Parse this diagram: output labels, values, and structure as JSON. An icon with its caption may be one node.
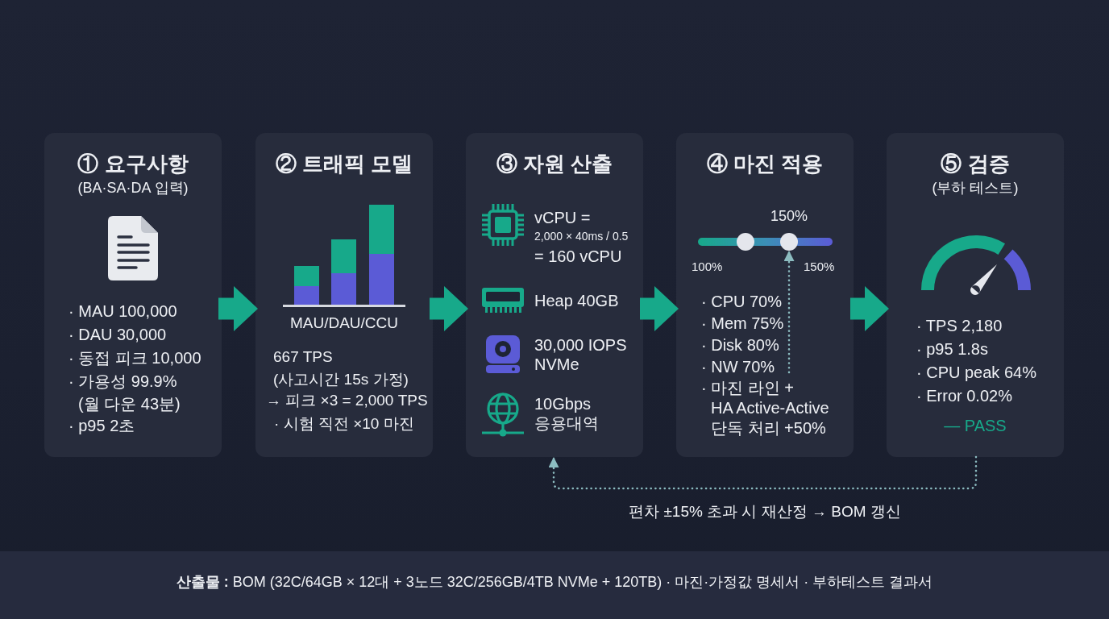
{
  "diagram": {
    "nodes": [
      {
        "text": [
          "① 요구사항",
          "(BA·SA·DA 입력)",
          "· MAU 100,000",
          "· DAU 30,000",
          "· 동접 피크 10,000",
          "· 가용성 99.9% (월 다운 43분)",
          "· p95 2초"
        ]
      },
      {
        "text": [
          "② 트래픽 모델",
          "MAU/DAU/CCU",
          "667 TPS (사고시간 15s 가정)",
          "→ 피크 ×3 = 2,000 TPS",
          "· 시험 직전 ×10 마진"
        ]
      },
      {
        "text": [
          "③ 자원 산출",
          "vCPU =",
          "2,000 × 40ms / 0.5",
          "= 160 vCPU",
          "Heap 40GB",
          "30,000 IOPS NVMe",
          "10Gbps 응용대역"
        ]
      },
      {
        "text": [
          "④ 마진 적용",
          "150%",
          "100%",
          "150%",
          "· CPU 70%",
          "· Mem 75%",
          "· Disk 80%",
          "· NW 70%",
          "· 마진 라인 + HA Active-Active 단독 처리 +50%"
        ]
      },
      {
        "text": [],
        "shape": "circle",
        "in": 3
      },
      {
        "text": [],
        "shape": "circle",
        "in": 3
      },
      {
        "text": [
          "⑤ 검증",
          "(부하 테스트)",
          "· TPS 2,180",
          "· p95 1.8s",
          "· CPU peak 64%",
          "· Error 0.02%",
          "— PASS"
        ]
      },
      {
        "text": [
          "**산출물 :** BOM (32C/64GB × 12대 + 3노드 32C/256GB/4TB NVMe + 120TB) · 마진·가정값 명세서 · 부하테스트 결과서"
        ]
      }
    ],
    "edges": [
      {
        "from": 0,
        "to": 1,
        "arrow": "to"
      },
      {
        "from": 1,
        "to": 2,
        "arrow": "to"
      },
      {
        "from": 2,
        "to": 3,
        "arrow": "to"
      },
      {
        "from": 3,
        "to": 6,
        "arrow": "to"
      },
      {
        "from": 6,
        "to": 2,
        "arrow": "to",
        "label": "편차 ±15% 초과 시 재산정 → BOM 갱신",
        "style": "dashed",
        "color": "#8cbcc0"
      },
      {
        "from": null,
        "to": 5,
        "arrow": "to",
        "style": "dashed",
        "color": "#8cbcc0"
      }
    ]
  }
}
